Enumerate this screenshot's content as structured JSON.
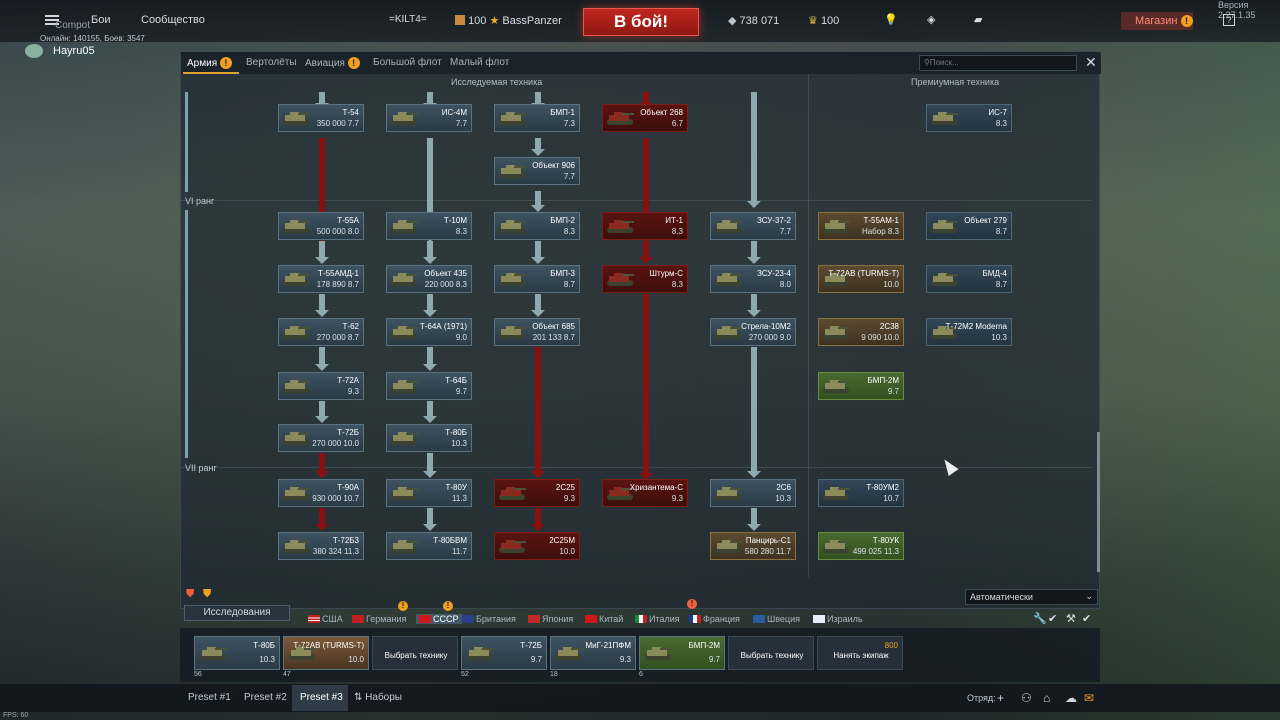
{
  "top": {
    "menu_battles": "Бои",
    "menu_community": "Сообщество",
    "clan_tag": "=KILT4=",
    "player_level": "100",
    "player_name": "BassPanzer",
    "battle_button": "В бой!",
    "silver_lions": "738 071",
    "golden_eagles": "100",
    "shop": "Магазин",
    "version": "Версия 2.27.1.35",
    "online": "Онлайн: 140155, Боев: 3547",
    "user": "Hayru05",
    "ghost_text": "Compot"
  },
  "tabs": [
    {
      "label": "Армия"
    },
    {
      "label": "Вертолёты"
    },
    {
      "label": "Авиация"
    },
    {
      "label": "Большой флот"
    },
    {
      "label": "Малый флот"
    }
  ],
  "search_placeholder": "Поиск...",
  "headers": {
    "researchable": "Исследуемая техника",
    "premium": "Премиумная техника"
  },
  "ranks": [
    "VI ранг",
    "VII ранг"
  ],
  "vehicles": [
    {
      "id": "t54",
      "name": "Т-54",
      "info": "350 000 7.7"
    },
    {
      "id": "is4m",
      "name": "ИС-4М",
      "info": "7.7"
    },
    {
      "id": "bmp1",
      "name": "БМП-1",
      "info": "7.3"
    },
    {
      "id": "obj268",
      "name": "Объект 268",
      "info": "6.7"
    },
    {
      "id": "is7",
      "name": "ИС-7",
      "info": "8.3"
    },
    {
      "id": "obj906",
      "name": "Объект 906",
      "info": "7.7"
    },
    {
      "id": "t55a",
      "name": "Т-55А",
      "info": "500 000 8.0"
    },
    {
      "id": "t10m",
      "name": "Т-10М",
      "info": "8.3"
    },
    {
      "id": "bmp2",
      "name": "БМП-2",
      "info": "8.3"
    },
    {
      "id": "it1",
      "name": "ИТ-1",
      "info": "8.3"
    },
    {
      "id": "zsu372",
      "name": "ЗСУ-37-2",
      "info": "7.7"
    },
    {
      "id": "t55am1",
      "name": "Т-55АМ-1",
      "info": "Набор 8.3"
    },
    {
      "id": "obj279",
      "name": "Объект 279",
      "info": "8.7"
    },
    {
      "id": "t55amd1",
      "name": "Т-55АМД-1",
      "info": "178 890 8.7"
    },
    {
      "id": "obj435",
      "name": "Объект 435",
      "info": "220 000 8.3"
    },
    {
      "id": "bmp3",
      "name": "БМП-3",
      "info": "8.7"
    },
    {
      "id": "shturms",
      "name": "Штурм-С",
      "info": "8.3"
    },
    {
      "id": "zsu234",
      "name": "ЗСУ-23-4",
      "info": "8.0"
    },
    {
      "id": "t72av",
      "name": "Т-72АВ (TURMS-T)",
      "info": "10.0"
    },
    {
      "id": "bmd4",
      "name": "БМД-4",
      "info": "8.7"
    },
    {
      "id": "t62",
      "name": "Т-62",
      "info": "270 000 8.7"
    },
    {
      "id": "t64a",
      "name": "Т-64А (1971)",
      "info": "9.0"
    },
    {
      "id": "obj685",
      "name": "Объект 685",
      "info": "201 133 8.7"
    },
    {
      "id": "strela",
      "name": "Стрела-10М2",
      "info": "270 000 9.0"
    },
    {
      "id": "2s38",
      "name": "2С38",
      "info": "9 090 10.0"
    },
    {
      "id": "t72m2",
      "name": "Т-72М2 Moderna",
      "info": "10.3"
    },
    {
      "id": "t72a",
      "name": "Т-72А",
      "info": "9.3"
    },
    {
      "id": "t64b",
      "name": "Т-64Б",
      "info": "9.7"
    },
    {
      "id": "bmp2m",
      "name": "БМП-2М",
      "info": "9.7"
    },
    {
      "id": "t72b",
      "name": "Т-72Б",
      "info": "270 000 10.0"
    },
    {
      "id": "t80b",
      "name": "Т-80Б",
      "info": "10.3"
    },
    {
      "id": "t90a",
      "name": "Т-90А",
      "info": "930 000 10.7"
    },
    {
      "id": "t80u",
      "name": "Т-80У",
      "info": "11.3"
    },
    {
      "id": "2s25",
      "name": "2С25",
      "info": "9.3"
    },
    {
      "id": "khriz",
      "name": "Хризантема-С",
      "info": "9.3"
    },
    {
      "id": "2s6",
      "name": "2С6",
      "info": "10.3"
    },
    {
      "id": "t80um2",
      "name": "Т-80УМ2",
      "info": "10.7"
    },
    {
      "id": "t72b3",
      "name": "Т-72Б3",
      "info": "380 324 11.3"
    },
    {
      "id": "t80bvm",
      "name": "Т-80БВМ",
      "info": "11.7"
    },
    {
      "id": "2s25m",
      "name": "2С25М",
      "info": "10.0"
    },
    {
      "id": "pantsir",
      "name": "Панцирь-С1",
      "info": "580 280 11.7"
    },
    {
      "id": "t80uk",
      "name": "Т-80УК",
      "info": "499 025 11.3"
    }
  ],
  "bottom": {
    "auto_select": "Автоматически",
    "research_tab": "Исследования",
    "nations": [
      "США",
      "Германия",
      "СССР",
      "Британия",
      "Япония",
      "Китай",
      "Италия",
      "Франция",
      "Швеция",
      "Израиль"
    ]
  },
  "crew_slots": [
    {
      "name": "Т-80Б",
      "rank": "10.3",
      "foot": "56"
    },
    {
      "name": "Т-72АВ (TURMS-T)",
      "rank": "10.0",
      "foot": "47"
    },
    {
      "label": "Выбрать технику"
    },
    {
      "name": "Т-72Б",
      "rank": "9.7",
      "foot": "52"
    },
    {
      "name": "МиГ-21ПФМ",
      "rank": "9.3",
      "foot": "18"
    },
    {
      "name": "БМП-2М",
      "rank": "9.7",
      "foot": "6"
    },
    {
      "label": "Выбрать технику"
    },
    {
      "label": "Нанять экипаж",
      "cost": "800"
    }
  ],
  "presets": [
    "Preset #1",
    "Preset #2",
    "Preset #3",
    "Наборы"
  ],
  "squad": "Отряд:",
  "fps": "FPS: 60"
}
